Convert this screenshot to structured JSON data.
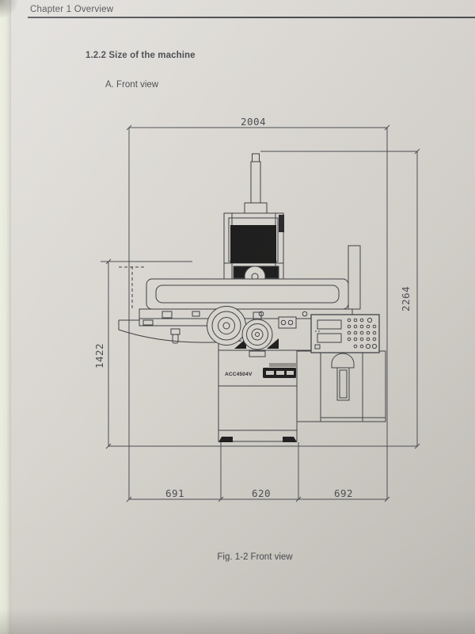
{
  "page": {
    "header": "Chapter 1 Overview",
    "section_title": "1.2.2 Size of the machine",
    "view_label": "A. Front view",
    "caption": "Fig. 1-2 Front view"
  },
  "drawing": {
    "machine_model": "ACC4504V",
    "dims": {
      "width_total": "2004",
      "height_total": "2264",
      "height_table": "1422",
      "base_left": "691",
      "base_center": "620",
      "base_right": "692"
    },
    "colors": {
      "ink": "#3e4044",
      "paper": "#d9d6d0",
      "black_fill": "#1d1d1d"
    }
  }
}
